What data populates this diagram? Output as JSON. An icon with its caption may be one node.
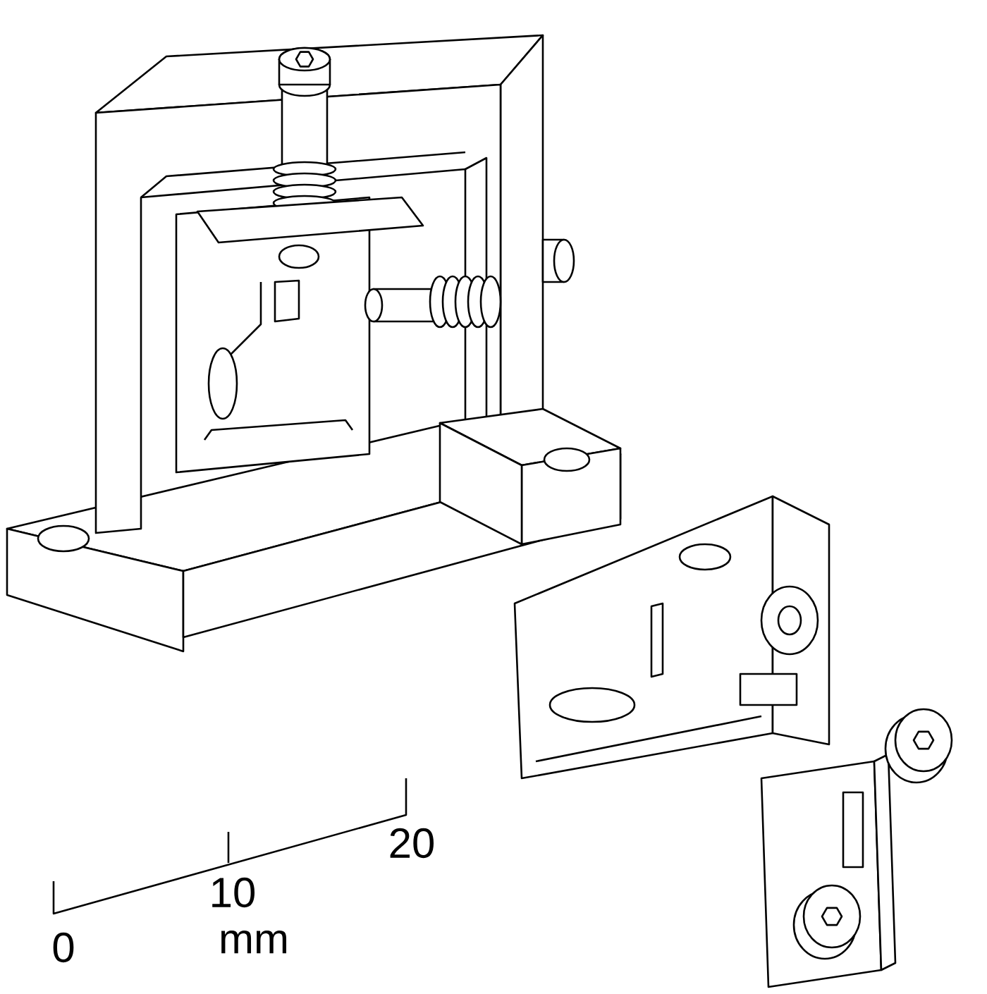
{
  "diagram": {
    "labels": [
      "0",
      "10",
      "20",
      "mm"
    ]
  }
}
